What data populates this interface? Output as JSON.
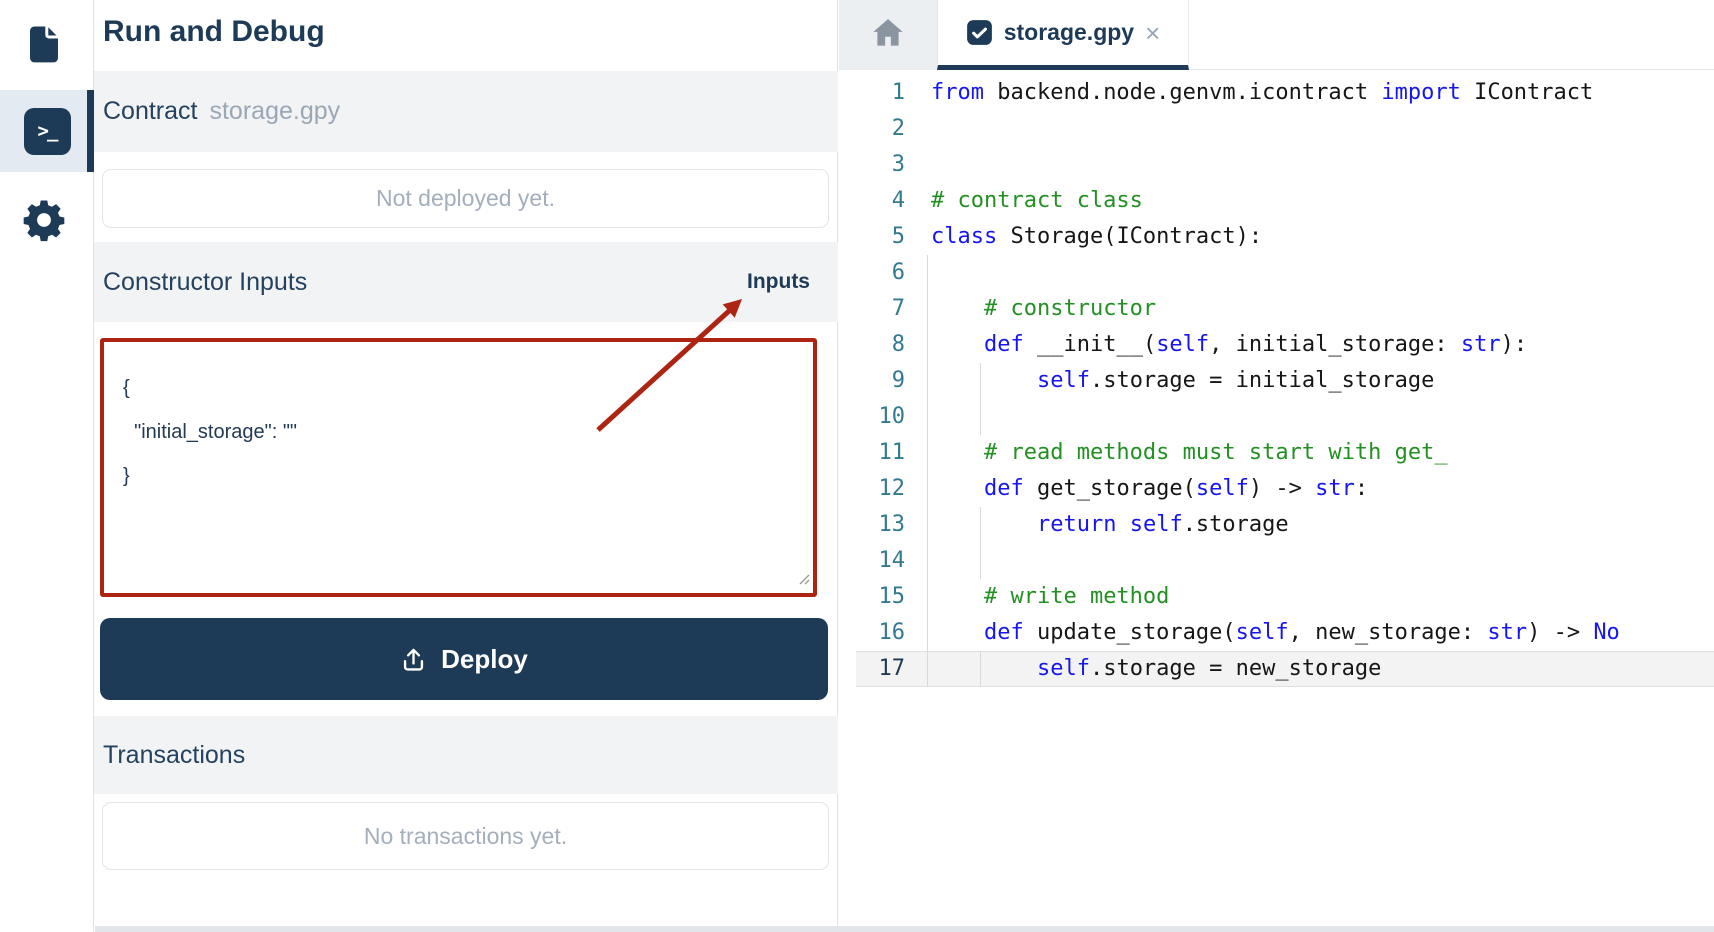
{
  "colors": {
    "accent_navy": "#1d3a57",
    "annotation_red": "#ae2413",
    "keyword_blue": "#1616f0",
    "comment_green": "#229122",
    "line_number_teal": "#33798f",
    "section_band_gray": "#f1f3f5"
  },
  "sidebar": {
    "items": [
      {
        "name": "files",
        "icon": "document-icon",
        "active": false
      },
      {
        "name": "run-debug",
        "icon": "terminal-icon",
        "active": true,
        "glyph": ">_"
      },
      {
        "name": "settings",
        "icon": "gear-icon",
        "active": false
      }
    ]
  },
  "panel": {
    "title": "Run and Debug",
    "contract": {
      "label": "Contract",
      "file": "storage.gpy"
    },
    "deploy_state_placeholder": "Not deployed yet.",
    "constructor": {
      "label": "Constructor Inputs",
      "inputs_tab_label": "Inputs",
      "json_lines": [
        "{",
        "  \"initial_storage\": \"\"",
        "}"
      ]
    },
    "deploy_button_label": "Deploy",
    "transactions": {
      "label": "Transactions",
      "empty_placeholder": "No transactions yet."
    }
  },
  "editor": {
    "home_icon": "home-icon",
    "tab": {
      "label": "storage.gpy",
      "state_icon": "checked-icon",
      "close_glyph": "×"
    },
    "code": {
      "active_line": 17,
      "lines": [
        [
          {
            "t": "k",
            "s": "from"
          },
          {
            "t": "p",
            "s": " backend.node.genvm.icontract "
          },
          {
            "t": "k",
            "s": "import"
          },
          {
            "t": "p",
            "s": " IContract"
          }
        ],
        [],
        [],
        [
          {
            "t": "c",
            "s": "# contract class"
          }
        ],
        [
          {
            "t": "k",
            "s": "class"
          },
          {
            "t": "p",
            "s": " Storage(IContract):"
          }
        ],
        [],
        [
          {
            "t": "p",
            "s": "    "
          },
          {
            "t": "c",
            "s": "# constructor"
          }
        ],
        [
          {
            "t": "p",
            "s": "    "
          },
          {
            "t": "k",
            "s": "def"
          },
          {
            "t": "p",
            "s": " __init__("
          },
          {
            "t": "k",
            "s": "self"
          },
          {
            "t": "p",
            "s": ", initial_storage: "
          },
          {
            "t": "k",
            "s": "str"
          },
          {
            "t": "p",
            "s": "):"
          }
        ],
        [
          {
            "t": "p",
            "s": "        "
          },
          {
            "t": "k",
            "s": "self"
          },
          {
            "t": "p",
            "s": ".storage = initial_storage"
          }
        ],
        [],
        [
          {
            "t": "p",
            "s": "    "
          },
          {
            "t": "c",
            "s": "# read methods must start with get_"
          }
        ],
        [
          {
            "t": "p",
            "s": "    "
          },
          {
            "t": "k",
            "s": "def"
          },
          {
            "t": "p",
            "s": " get_storage("
          },
          {
            "t": "k",
            "s": "self"
          },
          {
            "t": "p",
            "s": ") -> "
          },
          {
            "t": "k",
            "s": "str"
          },
          {
            "t": "p",
            "s": ":"
          }
        ],
        [
          {
            "t": "p",
            "s": "        "
          },
          {
            "t": "k",
            "s": "return"
          },
          {
            "t": "p",
            "s": " "
          },
          {
            "t": "k",
            "s": "self"
          },
          {
            "t": "p",
            "s": ".storage"
          }
        ],
        [],
        [
          {
            "t": "p",
            "s": "    "
          },
          {
            "t": "c",
            "s": "# write method"
          }
        ],
        [
          {
            "t": "p",
            "s": "    "
          },
          {
            "t": "k",
            "s": "def"
          },
          {
            "t": "p",
            "s": " update_storage("
          },
          {
            "t": "k",
            "s": "self"
          },
          {
            "t": "p",
            "s": ", new_storage: "
          },
          {
            "t": "k",
            "s": "str"
          },
          {
            "t": "p",
            "s": ") -> "
          },
          {
            "t": "k",
            "s": "None"
          },
          {
            "t": "p",
            "s": ":"
          }
        ],
        [
          {
            "t": "p",
            "s": "        "
          },
          {
            "t": "k",
            "s": "self"
          },
          {
            "t": "p",
            "s": ".storage = new_storage"
          }
        ]
      ]
    }
  }
}
